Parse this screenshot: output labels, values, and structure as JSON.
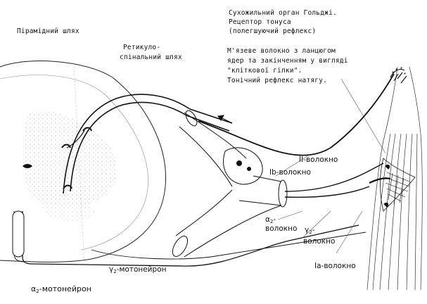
{
  "labels": {
    "pyramidal": "Пірамідний шлях",
    "reticulo_line1": "Ретикуло-",
    "reticulo_line2": "спінальний шлях",
    "golgi_line1": "Сухожильний орган Гольджі.",
    "golgi_line2": "Рецептор тонуса",
    "golgi_line3": "(полегшуючий рефлекс)",
    "muscle_fiber_line1": "М'язеве волокно з ланцюгом",
    "muscle_fiber_line2": "ядер та закінченням у вигляді",
    "muscle_fiber_line3": "\"кліткової гілки\".",
    "muscle_fiber_line4": "Тонічний рефлекс натягу.",
    "fiber_ii": "II-волокно",
    "fiber_ib": "Ib-волокно",
    "alpha2_symbol": "α",
    "alpha2_sub": "2",
    "alpha2_word": "волокно",
    "gamma2_symbol": "γ",
    "gamma2_sub": "2",
    "gamma2_word": "волокно",
    "fiber_ia": "Ia-волокно",
    "gamma2_moto_symbol": "γ",
    "gamma2_moto_sub": "2",
    "gamma2_moto_word": "-мотонейрон",
    "alpha2_moto_symbol": "α",
    "alpha2_moto_sub": "2",
    "alpha2_moto_word": "-мотонейрон"
  },
  "colors": {
    "ink": "#111111",
    "stipple": "#9a9a9a",
    "background": "#ffffff"
  }
}
